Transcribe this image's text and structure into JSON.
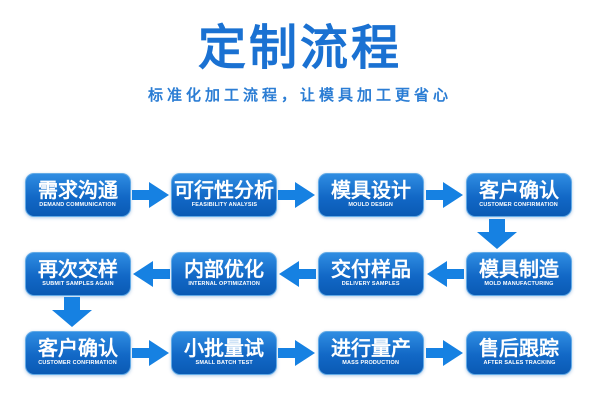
{
  "header": {
    "title": "定制流程",
    "subtitle": "标准化加工流程，让模具加工更省心"
  },
  "colors": {
    "accent_title": "#1a71d2",
    "accent_subtitle": "#2b7dd4",
    "box_gradient_top": "#2f8de2",
    "box_gradient_bottom": "#0a5ab4",
    "box_border": "#62aae6",
    "arrow": "#1681e2",
    "text_on_box": "#ffffff",
    "background": "#ffffff"
  },
  "flow": {
    "rows": [
      {
        "direction": "right",
        "steps": [
          {
            "zh": "需求沟通",
            "en": "DEMAND COMMUNICATION"
          },
          {
            "zh": "可行性分析",
            "en": "FEASIBILITY ANALYSIS"
          },
          {
            "zh": "模具设计",
            "en": "MOULD DESIGN"
          },
          {
            "zh": "客户确认",
            "en": "CUSTOMER CONFIRMATION"
          }
        ]
      },
      {
        "direction": "left",
        "steps": [
          {
            "zh": "再次交样",
            "en": "SUBMIT SAMPLES AGAIN"
          },
          {
            "zh": "内部优化",
            "en": "INTERNAL OPTIMIZATION"
          },
          {
            "zh": "交付样品",
            "en": "DELIVERY SAMPLES"
          },
          {
            "zh": "模具制造",
            "en": "MOLD MANUFACTURING"
          }
        ]
      },
      {
        "direction": "right",
        "steps": [
          {
            "zh": "客户确认",
            "en": "CUSTOMER CONFIRMATION"
          },
          {
            "zh": "小批量试",
            "en": "SMALL BATCH TEST"
          },
          {
            "zh": "进行量产",
            "en": "MASS PRODUCTION"
          },
          {
            "zh": "售后跟踪",
            "en": "AFTER SALES TRACKING"
          }
        ]
      }
    ]
  }
}
